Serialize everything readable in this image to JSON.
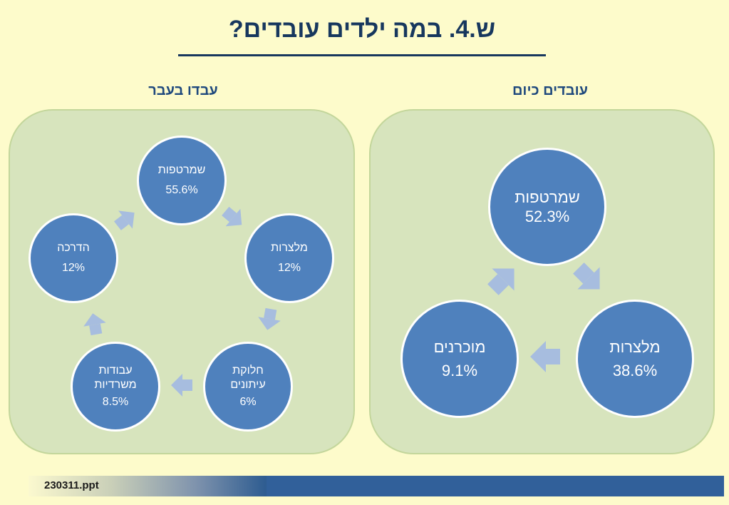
{
  "title": "ש.4. במה ילדים עובדים?",
  "past": {
    "heading": "עבדו בעבר",
    "nodes": [
      {
        "label": "שמרטפות",
        "value": "55.6%"
      },
      {
        "label": "מלצרות",
        "value": "12%"
      },
      {
        "label": "חלוקת עיתונים",
        "value": "6%"
      },
      {
        "label": "עבודות משרדיות",
        "value": "8.5%"
      },
      {
        "label": "הדרכה",
        "value": "12%"
      }
    ]
  },
  "current": {
    "heading": "עובדים כיום",
    "nodes": [
      {
        "label": "שמרטפות",
        "value": "52.3%"
      },
      {
        "label": "מלצרות",
        "value": "38.6%"
      },
      {
        "label": "מוכרנים",
        "value": "9.1%"
      }
    ]
  },
  "footer": {
    "filename": "230311.ppt"
  },
  "colors": {
    "background": "#fdfbcb",
    "panel": "#d7e4bd",
    "node": "#4f81bd",
    "arrow": "#a7bddf",
    "title": "#17375e"
  }
}
